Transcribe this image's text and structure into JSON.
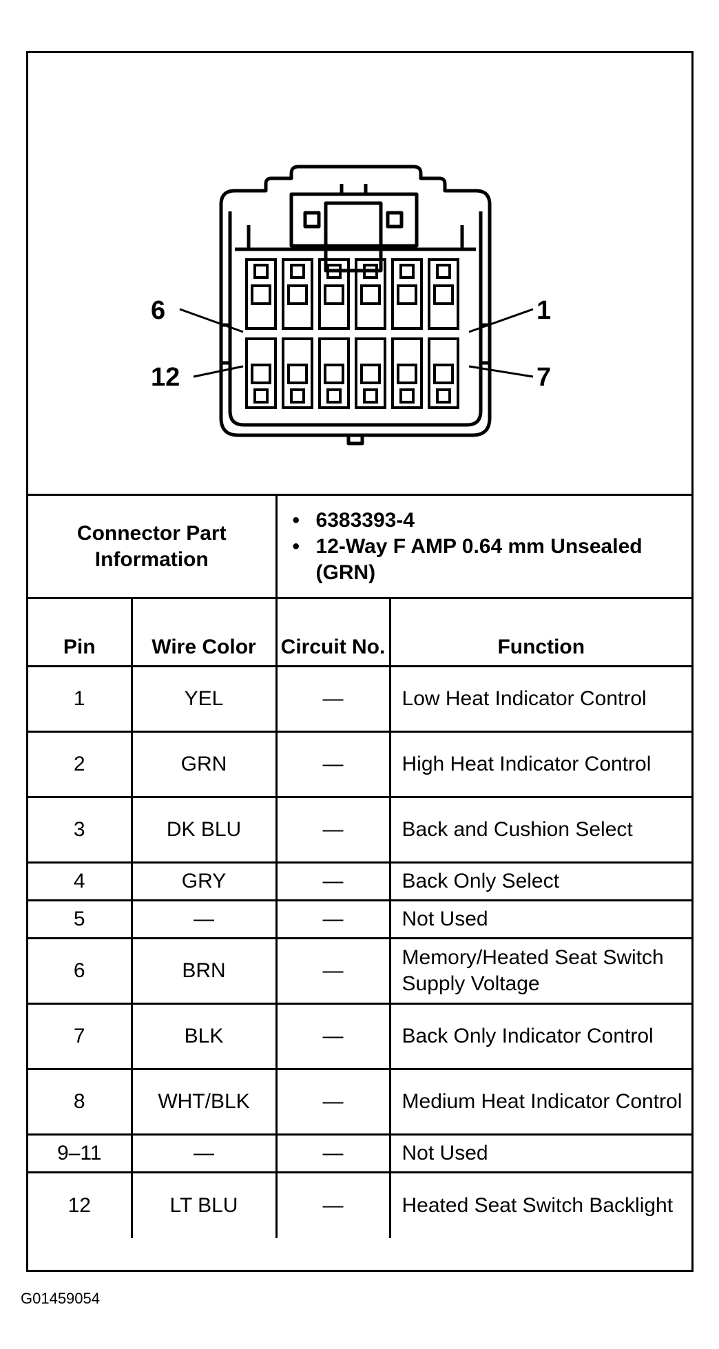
{
  "diagram": {
    "callouts": {
      "top_left": "6",
      "bottom_left": "12",
      "top_right": "1",
      "bottom_right": "7"
    }
  },
  "connector_info": {
    "label": "Connector Part Information",
    "items": [
      "6383393-4",
      "12-Way F AMP 0.64 mm Unsealed (GRN)"
    ]
  },
  "table": {
    "headers": {
      "pin": "Pin",
      "wire_color": "Wire Color",
      "circuit_no": "Circuit No.",
      "function": "Function"
    },
    "rows": [
      {
        "pin": "1",
        "wire_color": "YEL",
        "circuit": "—",
        "function": "Low Heat Indicator Control"
      },
      {
        "pin": "2",
        "wire_color": "GRN",
        "circuit": "—",
        "function": "High Heat Indicator Control"
      },
      {
        "pin": "3",
        "wire_color": "DK BLU",
        "circuit": "—",
        "function": "Back and Cushion Select"
      },
      {
        "pin": "4",
        "wire_color": "GRY",
        "circuit": "—",
        "function": "Back Only Select"
      },
      {
        "pin": "5",
        "wire_color": "—",
        "circuit": "—",
        "function": "Not Used"
      },
      {
        "pin": "6",
        "wire_color": "BRN",
        "circuit": "—",
        "function": "Memory/Heated Seat Switch Supply Voltage"
      },
      {
        "pin": "7",
        "wire_color": "BLK",
        "circuit": "—",
        "function": "Back Only Indicator Control"
      },
      {
        "pin": "8",
        "wire_color": "WHT/BLK",
        "circuit": "—",
        "function": "Medium Heat Indicator Control"
      },
      {
        "pin": "9–11",
        "wire_color": "—",
        "circuit": "—",
        "function": "Not Used"
      },
      {
        "pin": "12",
        "wire_color": "LT BLU",
        "circuit": "—",
        "function": "Heated Seat Switch Backlight"
      }
    ]
  },
  "figure_id": "G01459054"
}
